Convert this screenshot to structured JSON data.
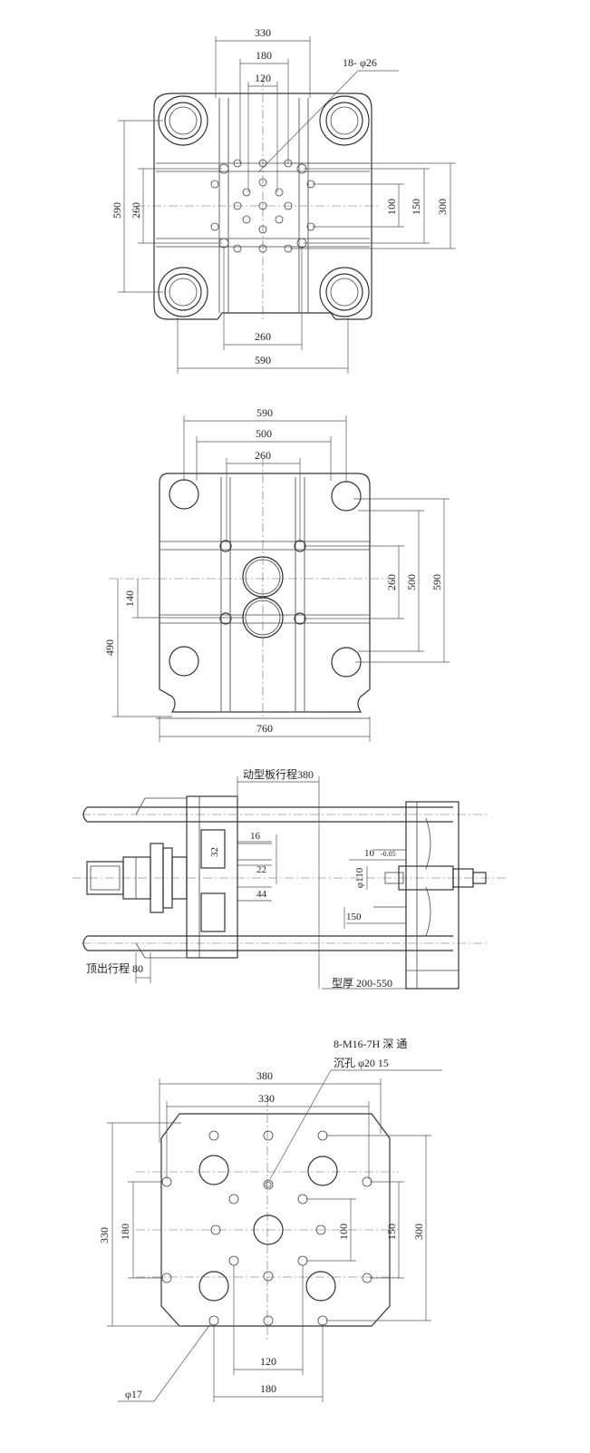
{
  "view1": {
    "dims": {
      "d330": "330",
      "d180": "180",
      "d120": "120",
      "note": "18- φ26",
      "d590v": "590",
      "d260v": "260",
      "d100": "100",
      "d150": "150",
      "d300": "300",
      "d260h": "260",
      "d590h": "590"
    }
  },
  "view2": {
    "dims": {
      "d590": "590",
      "d500": "500",
      "d260": "260",
      "d140": "140",
      "d490": "490",
      "d260r": "260",
      "d500r": "500",
      "d590r": "590",
      "d760": "760"
    }
  },
  "view3": {
    "labels": {
      "stroke": "动型板行程380",
      "d16": "16",
      "d32": "32",
      "d22": "22",
      "d44": "44",
      "d10": "10",
      "tol": "-0.05",
      "phi110": "φ110",
      "d150": "150",
      "eject": "顶出行程 80",
      "mold": "型厚 200-550"
    }
  },
  "view4": {
    "dims": {
      "note1": "8-M16-7H   深 通",
      "note2": "沉孔  φ20   15",
      "d380": "380",
      "d330": "330",
      "d330v": "330",
      "d180v": "180",
      "d100": "100",
      "d150": "150",
      "d300": "300",
      "d120": "120",
      "d180": "180",
      "phi17": "φ17"
    }
  }
}
